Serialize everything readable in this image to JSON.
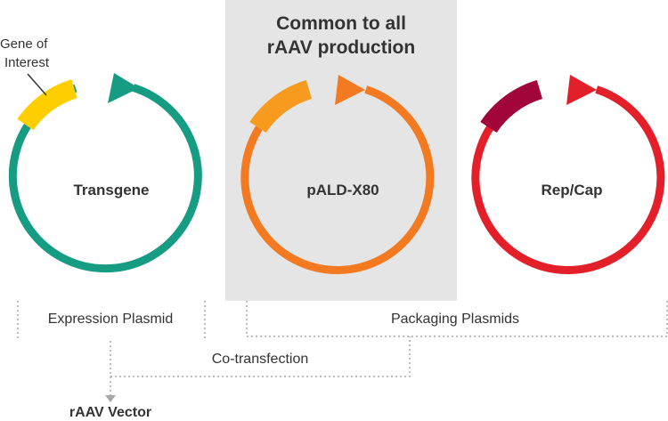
{
  "header": {
    "line1": "Common to all",
    "line2": "rAAV production"
  },
  "plasmids": [
    {
      "label": "Transgene",
      "ring_color": "#169C82",
      "insert_color": "#FFCE00"
    },
    {
      "label": "pALD-X80",
      "ring_color": "#F47A22",
      "insert_color": "#F79A1E"
    },
    {
      "label": "Rep/Cap",
      "ring_color": "#E3202A",
      "insert_color": "#A2053A"
    }
  ],
  "callout": {
    "line1": "Gene of",
    "line2": "Interest"
  },
  "groups": {
    "expression": "Expression Plasmid",
    "packaging": "Packaging Plasmids"
  },
  "process": {
    "step": "Co-transfection",
    "result": "rAAV Vector"
  },
  "colors": {
    "panel": "#E5E5E5",
    "text": "#333333",
    "bracket": "#A8A8A8"
  }
}
